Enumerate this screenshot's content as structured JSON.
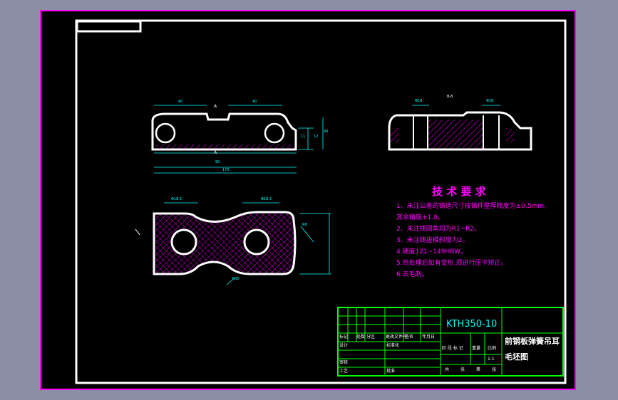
{
  "drawing": {
    "code": "KTH350-10",
    "title_line1": "前钢板弹簧吊耳",
    "title_line2": "毛坯图",
    "section_label": "B-B"
  },
  "tech_requirements": {
    "heading": "技 术 要 求",
    "items": [
      "1、未注公差的铸造尺寸按铸件壁厚精度为±0.5mm,",
      "其余精度±1.0。",
      "2、未注铸圆角均为R1~R2。",
      "3、未注铸拔模斜度为2。",
      "4.硬度121~149HBW。",
      "5.热处理后如有变形,须进行压平矫正。",
      "6.去毛刺。"
    ]
  },
  "title_block": {
    "row_labels": [
      "标记",
      "处数",
      "分区",
      "更改文件号",
      "签名",
      "年月日"
    ],
    "design": "设计",
    "standardize": "标准化",
    "review": "审核",
    "craft": "工艺",
    "approve": "批准",
    "stage_labels": [
      "阶 段 标 记",
      "重量",
      "比例"
    ],
    "scale": "1:1",
    "sheets": [
      "共",
      "张",
      "第",
      "张"
    ]
  },
  "dimensions": {
    "top_left": "40",
    "top_right": "40",
    "overall": "170",
    "mid": "90",
    "section_a_left": "A",
    "section_a_right": "A",
    "height": "40",
    "right_a": "12",
    "right_b": "11",
    "plan_left": "Φ18.5",
    "plan_right": "Φ18.5",
    "radius": "R8",
    "side": "R35",
    "sec_left": "Φ18",
    "sec_right": "Φ18"
  },
  "colors": {
    "frame": "#ff00ff",
    "lines": "#ffffff",
    "dims": "#00ffff",
    "table": "#00ff00",
    "text": "#ff00ff",
    "code": "#00ffff"
  }
}
